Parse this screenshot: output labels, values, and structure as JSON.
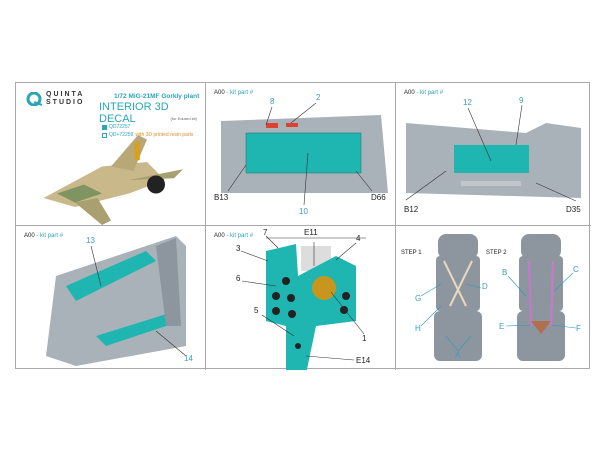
{
  "brand": {
    "line1": "QUINTA",
    "line2": "STUDIO"
  },
  "product": {
    "scale_title": "1/72 MiG-21MF Gorkly plant",
    "title": "INTERIOR 3D DECAL",
    "subtitle": "(for Eduard kit)",
    "options": [
      {
        "code": "QD72257",
        "note": "",
        "checked": true
      },
      {
        "code": "QD+72259",
        "note": "with 3D printed resin parts",
        "checked": false
      }
    ]
  },
  "colors": {
    "accent": "#2aa6b8",
    "teal": "#1fb5b0",
    "gray": "#9aa3ab",
    "orange": "#e0902a"
  },
  "panels": {
    "p2": {
      "header_a": "A00",
      "header_b": "- kit part #",
      "nums": [
        "8",
        "2",
        "10"
      ],
      "labels": [
        "B13",
        "D66"
      ]
    },
    "p3": {
      "header_a": "A00",
      "header_b": "- kit part #",
      "nums": [
        "12",
        "9"
      ],
      "labels": [
        "B12",
        "D35"
      ]
    },
    "p4": {
      "header_a": "A00",
      "header_b": "- kit part #",
      "nums": [
        "13",
        "14"
      ]
    },
    "p5": {
      "header_a": "A00",
      "header_b": "- kit part #",
      "nums": [
        "7",
        "3",
        "6",
        "5",
        "4",
        "1"
      ],
      "labels": [
        "E11",
        "E14"
      ]
    },
    "p6": {
      "step1": "STEP 1",
      "step2": "STEP 2",
      "nums": [
        "G",
        "D",
        "H",
        "A",
        "B",
        "C",
        "E",
        "F"
      ]
    }
  }
}
